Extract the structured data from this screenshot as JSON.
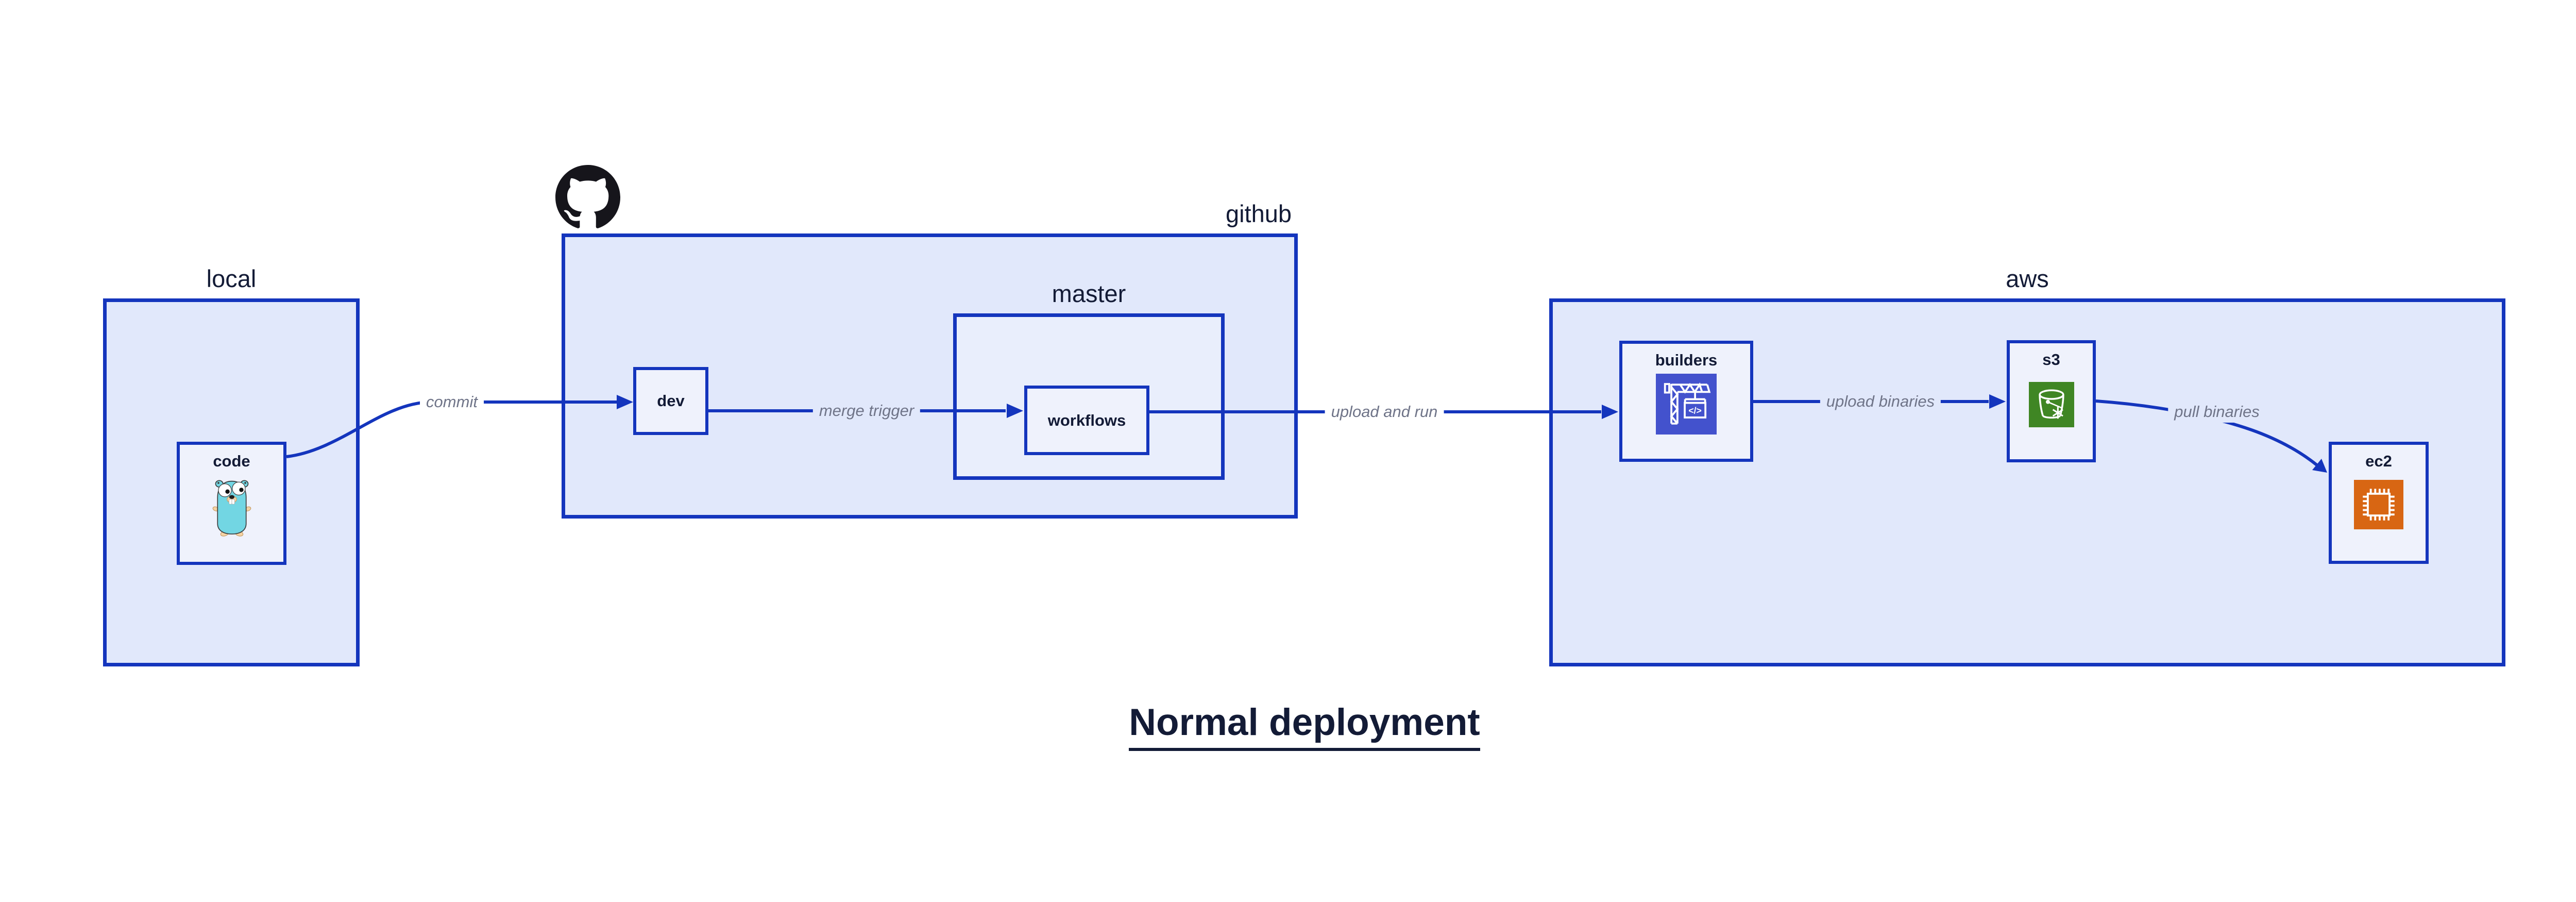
{
  "title": {
    "text": "Normal deployment"
  },
  "containers": {
    "local": {
      "label": "local"
    },
    "github": {
      "label": "github"
    },
    "master": {
      "label": "master"
    },
    "aws": {
      "label": "aws"
    }
  },
  "nodes": {
    "code": {
      "label": "code",
      "icon": "go-gopher-icon"
    },
    "dev": {
      "label": "dev"
    },
    "workflows": {
      "label": "workflows"
    },
    "builders": {
      "label": "builders",
      "icon": "codebuild-crane-icon",
      "icon_text": "</>"
    },
    "s3": {
      "label": "s3",
      "icon": "s3-bucket-icon"
    },
    "ec2": {
      "label": "ec2",
      "icon": "ec2-chip-icon"
    }
  },
  "logos": {
    "github_mark": "octocat-logo"
  },
  "edges": [
    {
      "from": "local.code",
      "to": "github.dev",
      "label": "commit"
    },
    {
      "from": "github.dev",
      "to": "github.master.workflows",
      "label": "merge trigger"
    },
    {
      "from": "github.master.workflows",
      "to": "aws.builders",
      "label": "upload and run"
    },
    {
      "from": "aws.builders",
      "to": "aws.s3",
      "label": "upload binaries"
    },
    {
      "from": "aws.s3",
      "to": "aws.ec2",
      "label": "pull binaries"
    }
  ],
  "colors": {
    "accent": "#1435bd",
    "container-fill": "#e1e8fb",
    "nested-fill": "#e9eefc",
    "node-fill": "#eff2fc",
    "ink": "#131b36",
    "edge-label": "#6f7488",
    "builders-icon": "#4352cd",
    "s3-icon": "#3f8624",
    "ec2-icon": "#d86613",
    "gopher": "#72d6e3",
    "octocat": "#16151b"
  }
}
